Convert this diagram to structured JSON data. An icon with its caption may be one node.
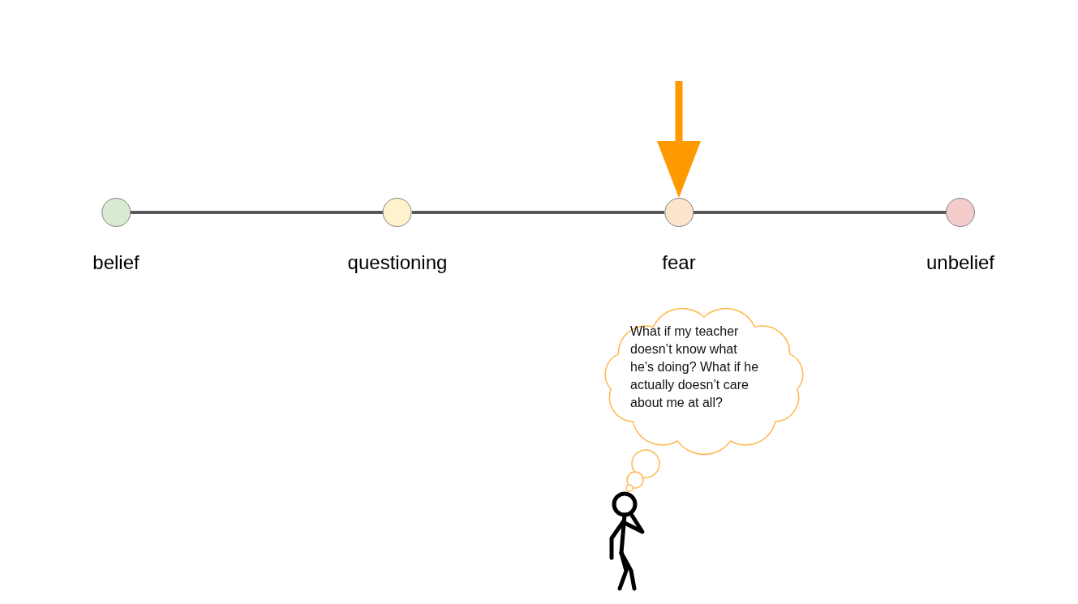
{
  "diagram": {
    "nodes": [
      {
        "text": [
          "belief"
        ]
      },
      {
        "text": [
          "questioning"
        ]
      },
      {
        "text": [
          "fear"
        ]
      },
      {
        "text": [
          "unbelief"
        ]
      },
      {
        "text": [
          "What if my teacher doesn’t know what he’s doing? What if he actually doesn’t care about me at all?"
        ]
      },
      {
        "text": [],
        "shape": "person"
      }
    ],
    "edges": [
      {
        "from": 0,
        "to": 1,
        "arrow": "none"
      },
      {
        "from": 1,
        "to": 2,
        "arrow": "none"
      },
      {
        "from": 2,
        "to": 3,
        "arrow": "none"
      },
      {
        "from": null,
        "to": 2,
        "arrow": "to",
        "style": "thick",
        "color": "#ff9900"
      }
    ]
  }
}
